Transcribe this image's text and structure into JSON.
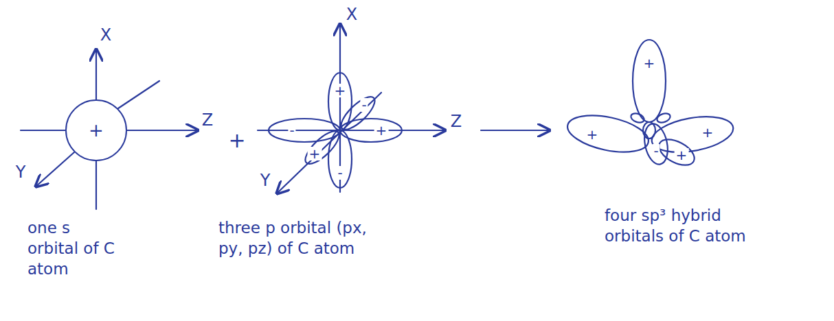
{
  "diagram": {
    "nodes": [
      {
        "text": [
          "+"
        ]
      }
    ],
    "labels": [
      "X",
      "Z",
      "Y",
      "+",
      "X",
      "+",
      "-",
      "-",
      "+",
      "+",
      "-",
      "Z",
      "Y",
      "+",
      "+",
      "-",
      "+",
      "+",
      "one s orbital of C atom",
      "three p orbital (px, py, pz) of C atom",
      "four sp³ hybrid orbitals of C atom"
    ]
  }
}
